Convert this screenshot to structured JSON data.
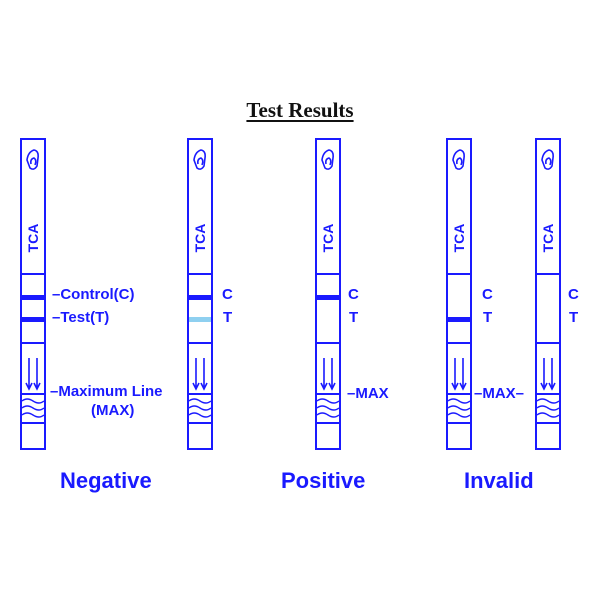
{
  "title": "Test Results",
  "strip_label": "TCA",
  "colors": {
    "primary": "#1a1aff",
    "faint_band": "#8fd0f0",
    "title": "#111111"
  },
  "annotations": {
    "control": "–Control(C)",
    "test": "–Test(T)",
    "max_line_1": "–Maximum Line",
    "max_line_2": "(MAX)",
    "c": "C",
    "t": "T",
    "max_short": "–MAX",
    "max_between": "–MAX–"
  },
  "captions": {
    "negative": "Negative",
    "positive": "Positive",
    "invalid": "Invalid"
  },
  "strips": [
    {
      "group": "Negative",
      "control_band": "solid",
      "test_band": "solid"
    },
    {
      "group": "Negative",
      "control_band": "solid",
      "test_band": "faint"
    },
    {
      "group": "Positive",
      "control_band": "solid",
      "test_band": "none"
    },
    {
      "group": "Invalid",
      "control_band": "none",
      "test_band": "solid"
    },
    {
      "group": "Invalid",
      "control_band": "none",
      "test_band": "none"
    }
  ]
}
